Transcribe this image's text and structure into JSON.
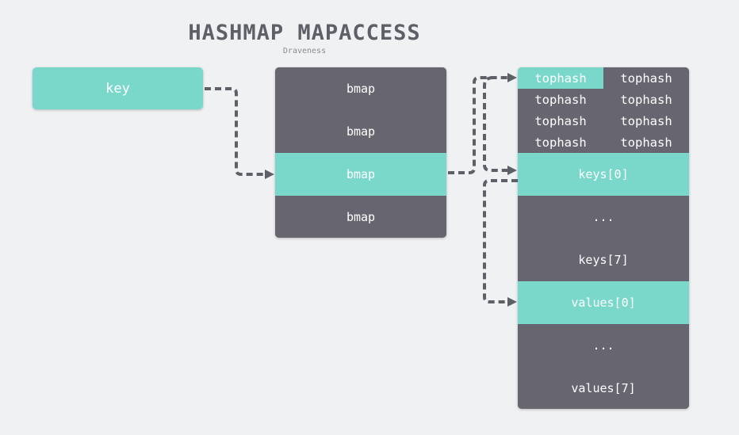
{
  "title": "HASHMAP MAPACCESS",
  "subtitle": "Draveness",
  "key_label": "key",
  "buckets": [
    "bmap",
    "bmap",
    "bmap",
    "bmap"
  ],
  "highlighted_bucket": 2,
  "tophash": [
    "tophash",
    "tophash",
    "tophash",
    "tophash",
    "tophash",
    "tophash",
    "tophash",
    "tophash"
  ],
  "highlighted_tophash": 0,
  "keys": [
    "keys[0]",
    "...",
    "keys[7]"
  ],
  "values": [
    "values[0]",
    "...",
    "values[7]"
  ],
  "colors": {
    "highlight": "#7ad8cb",
    "box": "#67656f",
    "arrow": "#5f5f68",
    "background": "#f0f1f3"
  }
}
